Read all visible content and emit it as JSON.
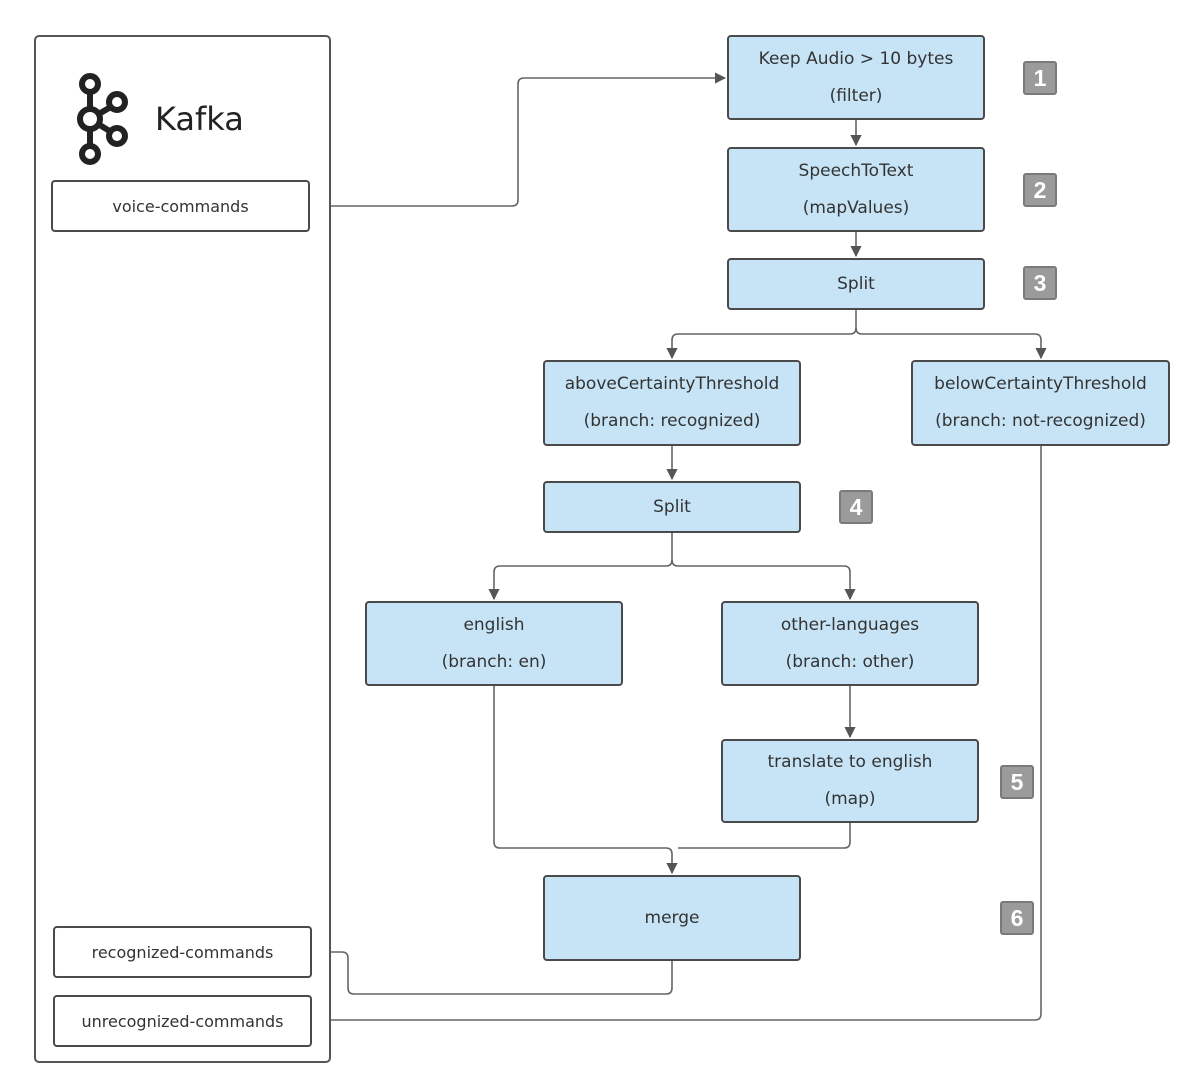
{
  "kafka": {
    "title": "Kafka",
    "topics": {
      "input": "voice-commands",
      "recognized": "recognized-commands",
      "unrecognized": "unrecognized-commands"
    }
  },
  "nodes": {
    "filter": {
      "line1": "Keep Audio > 10 bytes",
      "line2": "(filter)"
    },
    "speech": {
      "line1": "SpeechToText",
      "line2": "(mapValues)"
    },
    "split1": {
      "line1": "Split",
      "line2": ""
    },
    "above": {
      "line1": "aboveCertaintyThreshold",
      "line2": "(branch: recognized)"
    },
    "below": {
      "line1": "belowCertaintyThreshold",
      "line2": "(branch: not-recognized)"
    },
    "split2": {
      "line1": "Split",
      "line2": ""
    },
    "english": {
      "line1": "english",
      "line2": "(branch: en)"
    },
    "other": {
      "line1": "other-languages",
      "line2": "(branch: other)"
    },
    "translate": {
      "line1": "translate to english",
      "line2": "(map)"
    },
    "merge": {
      "line1": "merge",
      "line2": ""
    }
  },
  "badges": [
    "1",
    "2",
    "3",
    "4",
    "5",
    "6"
  ],
  "colors": {
    "node_fill": "#c7e4f6",
    "stroke": "#4a4a4a",
    "badge_fill": "#9b9b9b"
  }
}
